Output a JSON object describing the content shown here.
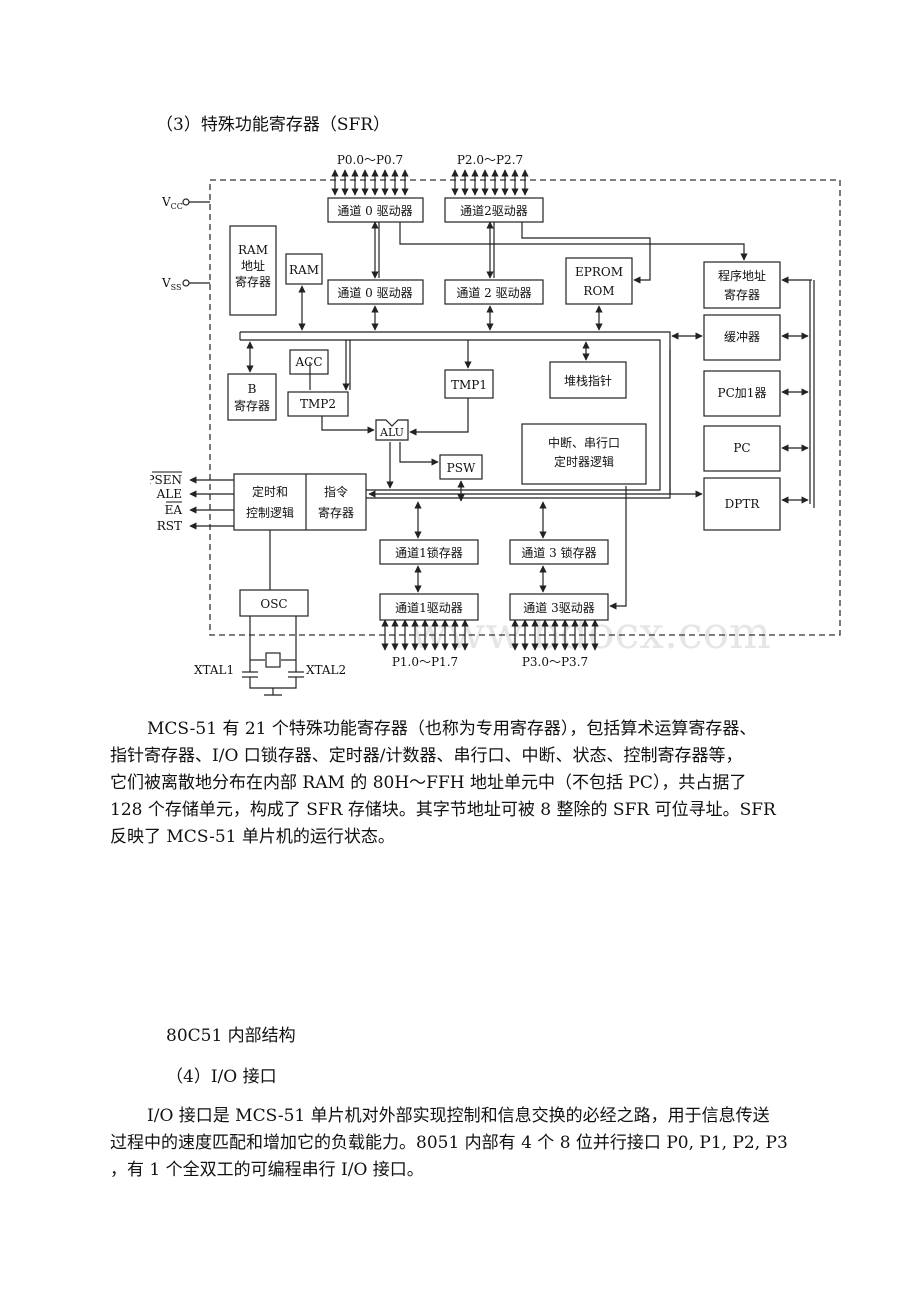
{
  "section3_heading": "（3）特殊功能寄存器（SFR）",
  "diagram": {
    "pin_groups": {
      "p0": "P0.0～P0.7",
      "p2": "P2.0～P2.7",
      "p1": "P1.0～P1.7",
      "p3": "P3.0～P3.7"
    },
    "power": {
      "vcc": "V",
      "vcc_sub": "CC",
      "vss": "V",
      "vss_sub": "SS"
    },
    "blocks": {
      "p0_driver_top": "通道 0 驱动器",
      "p2_driver_top": "通道2驱动器",
      "ram_addr_1": "RAM",
      "ram_addr_2": "地址",
      "ram_addr_3": "寄存器",
      "ram": "RAM",
      "p0_latch": "通道 0 驱动器",
      "p2_latch": "通道 2 驱动器",
      "eprom_1": "EPROM",
      "eprom_2": "ROM",
      "prog_addr_1": "程序地址",
      "prog_addr_2": "寄存器",
      "buffer": "缓冲器",
      "acc": "ACC",
      "tmp1": "TMP1",
      "stack_ptr": "堆栈指针",
      "b_reg_1": "B",
      "b_reg_2": "寄存器",
      "tmp2": "TMP2",
      "pc_inc": "PC加1器",
      "alu": "ALU",
      "interrupt_1": "中断、串行口",
      "interrupt_2": "定时器逻辑",
      "pc": "PC",
      "psw": "PSW",
      "timing_1": "定时和",
      "timing_2": "控制逻辑",
      "ir_1": "指令",
      "ir_2": "寄存器",
      "dptr": "DPTR",
      "p1_latch": "通道1锁存器",
      "p3_latch": "通道 3 锁存器",
      "osc": "OSC",
      "p1_driver": "通道1驱动器",
      "p3_driver": "通道 3驱动器"
    },
    "signals": {
      "psen": "PSEN",
      "ale": "ALE",
      "ea": "EA",
      "rst": "RST",
      "xtal1": "XTAL1",
      "xtal2": "XTAL2"
    },
    "watermark": "www.bdocx.com"
  },
  "paragraph1_lines": [
    "MCS-51 有 21 个特殊功能寄存器（也称为专用寄存器），包括算术运算寄存器、",
    "指针寄存器、I/O 口锁存器、定时器/计数器、串行口、中断、状态、控制寄存器等，",
    "它们被离散地分布在内部 RAM 的 80H～FFH 地址单元中（不包括 PC），共占据了",
    "128 个存储单元，构成了 SFR 存储块。其字节地址可被 8 整除的 SFR 可位寻址。SFR",
    "反映了 MCS-51 单片机的运行状态。"
  ],
  "label_80c51": "80C51 内部结构",
  "section4_heading": "（4）I/O 接口",
  "paragraph2_lines": [
    "I/O 接口是 MCS-51 单片机对外部实现控制和信息交换的必经之路，用于信息传送",
    "过程中的速度匹配和增加它的负载能力。8051 内部有 4 个 8 位并行接口 P0, P1, P2, P3",
    "，有 1 个全双工的可编程串行 I/O 接口。"
  ]
}
